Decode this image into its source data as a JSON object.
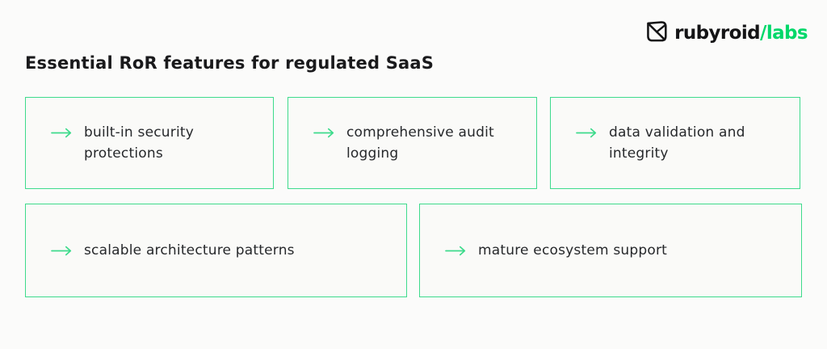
{
  "logo": {
    "brand": "rubyroid",
    "brand_suffix": "/labs"
  },
  "title": "Essential RoR features for regulated SaaS",
  "features": [
    {
      "label": "built-in security protections"
    },
    {
      "label": "comprehensive audit logging"
    },
    {
      "label": "data validation and integrity"
    },
    {
      "label": "scalable architecture patterns"
    },
    {
      "label": "mature ecosystem support"
    }
  ],
  "icons": {
    "logo_mark": "gem-icon",
    "card_bullet": "arrow-right-icon"
  },
  "colors": {
    "accent_green": "#3EDB8C",
    "logo_green": "#00D86A",
    "text_dark": "#26282B",
    "title_dark": "#1A1A1C",
    "page_bg": "#FBFBFA",
    "card_bg": "#FAFAF8"
  }
}
